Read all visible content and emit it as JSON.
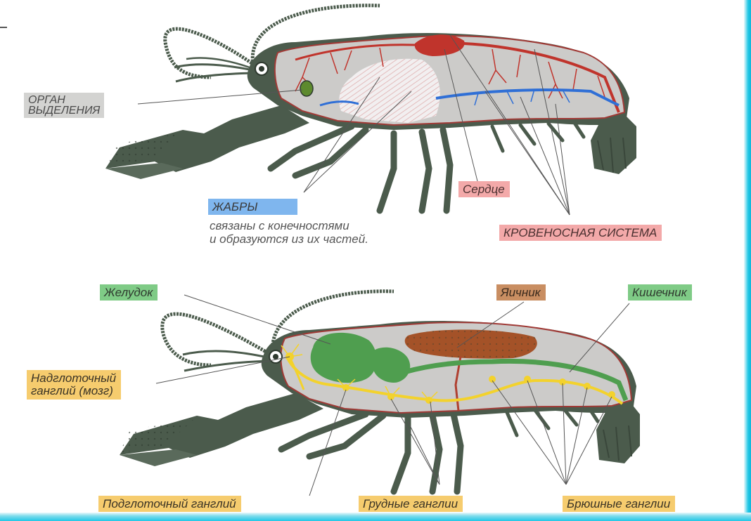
{
  "labels": {
    "excretory_organ": [
      "ОРГАН",
      "ВЫДЕЛЕНИЯ"
    ],
    "gills": "ЖАБРЫ",
    "gills_note": [
      "связаны с конечностями",
      "и образуются из их частей."
    ],
    "heart": "Сердце",
    "circulatory_system": "КРОВЕНОСНАЯ СИСТЕМА",
    "stomach": "Желудок",
    "ovary": "Яичник",
    "intestine": "Кишечник",
    "brain": [
      "Надглоточный",
      "ганглий (мозг)"
    ],
    "subpharyngeal": "Подглоточный ганглий",
    "thoracic": "Грудные ганглии",
    "abdominal": "Брюшные ганглии"
  },
  "colors": {
    "body": "#4b5b4c",
    "body_dark": "#3b4a3c",
    "cavity": "#c9c9c7",
    "arteries": "#c0342c",
    "veins": "#2f6fd6",
    "gills": "#f1eeee",
    "digestive": "#4f9e4f",
    "nervous": "#f3d22c",
    "ovary": "#a45228"
  },
  "icons": [
    "crayfish-circulatory",
    "crayfish-nervous-digestive"
  ]
}
